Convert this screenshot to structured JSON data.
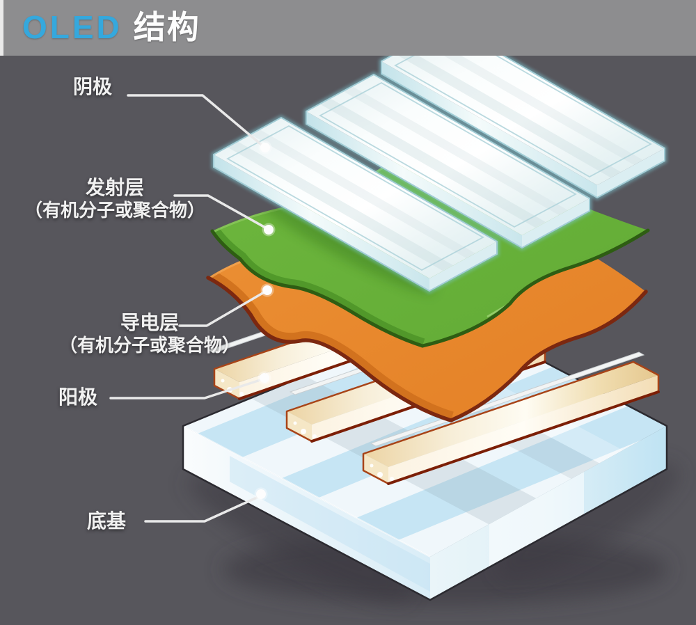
{
  "title": {
    "brand": "OLED",
    "name": "结构"
  },
  "diagram": {
    "labels": {
      "cathode": "阴极",
      "emissive_line1": "发射层",
      "emissive_line2": "（有机分子或聚合物）",
      "conductive_line1": "导电层",
      "conductive_line2": "（有机分子或聚合物）",
      "anode": "阳极",
      "substrate": "底基"
    },
    "layers": [
      {
        "label": "阴极",
        "count": 3,
        "color": "#eef7f8"
      },
      {
        "label": "发射层（有机分子或聚合物）",
        "count": 1,
        "color": "#68b23a"
      },
      {
        "label": "导电层（有机分子或聚合物）",
        "count": 1,
        "color": "#e8862d"
      },
      {
        "label": "阳极",
        "count": 3,
        "color": "#f5e7c6"
      },
      {
        "label": "底基",
        "count": 1,
        "color": "#c6e5f4"
      }
    ]
  },
  "colors": {
    "background": "#57565c",
    "titlebar": "#8d8d8f",
    "brand_blue": "#35a8dd",
    "title_white": "#fdfdfd",
    "label_text": "#f1f1f1",
    "leader": "#e9e9e9",
    "cathode_plate": "#eef7f8",
    "cathode_edge": "#9fd4de",
    "emissive_green": "#68b23a",
    "emissive_rim": "#2e5d13",
    "conductive_orange": "#e8862d",
    "conductive_rim": "#7c2810",
    "anode_cream": "#f5e7c6",
    "anode_outline": "#a84418",
    "substrate_blue": "#c6e5f4",
    "substrate_stripe": "#f3f9fb"
  }
}
